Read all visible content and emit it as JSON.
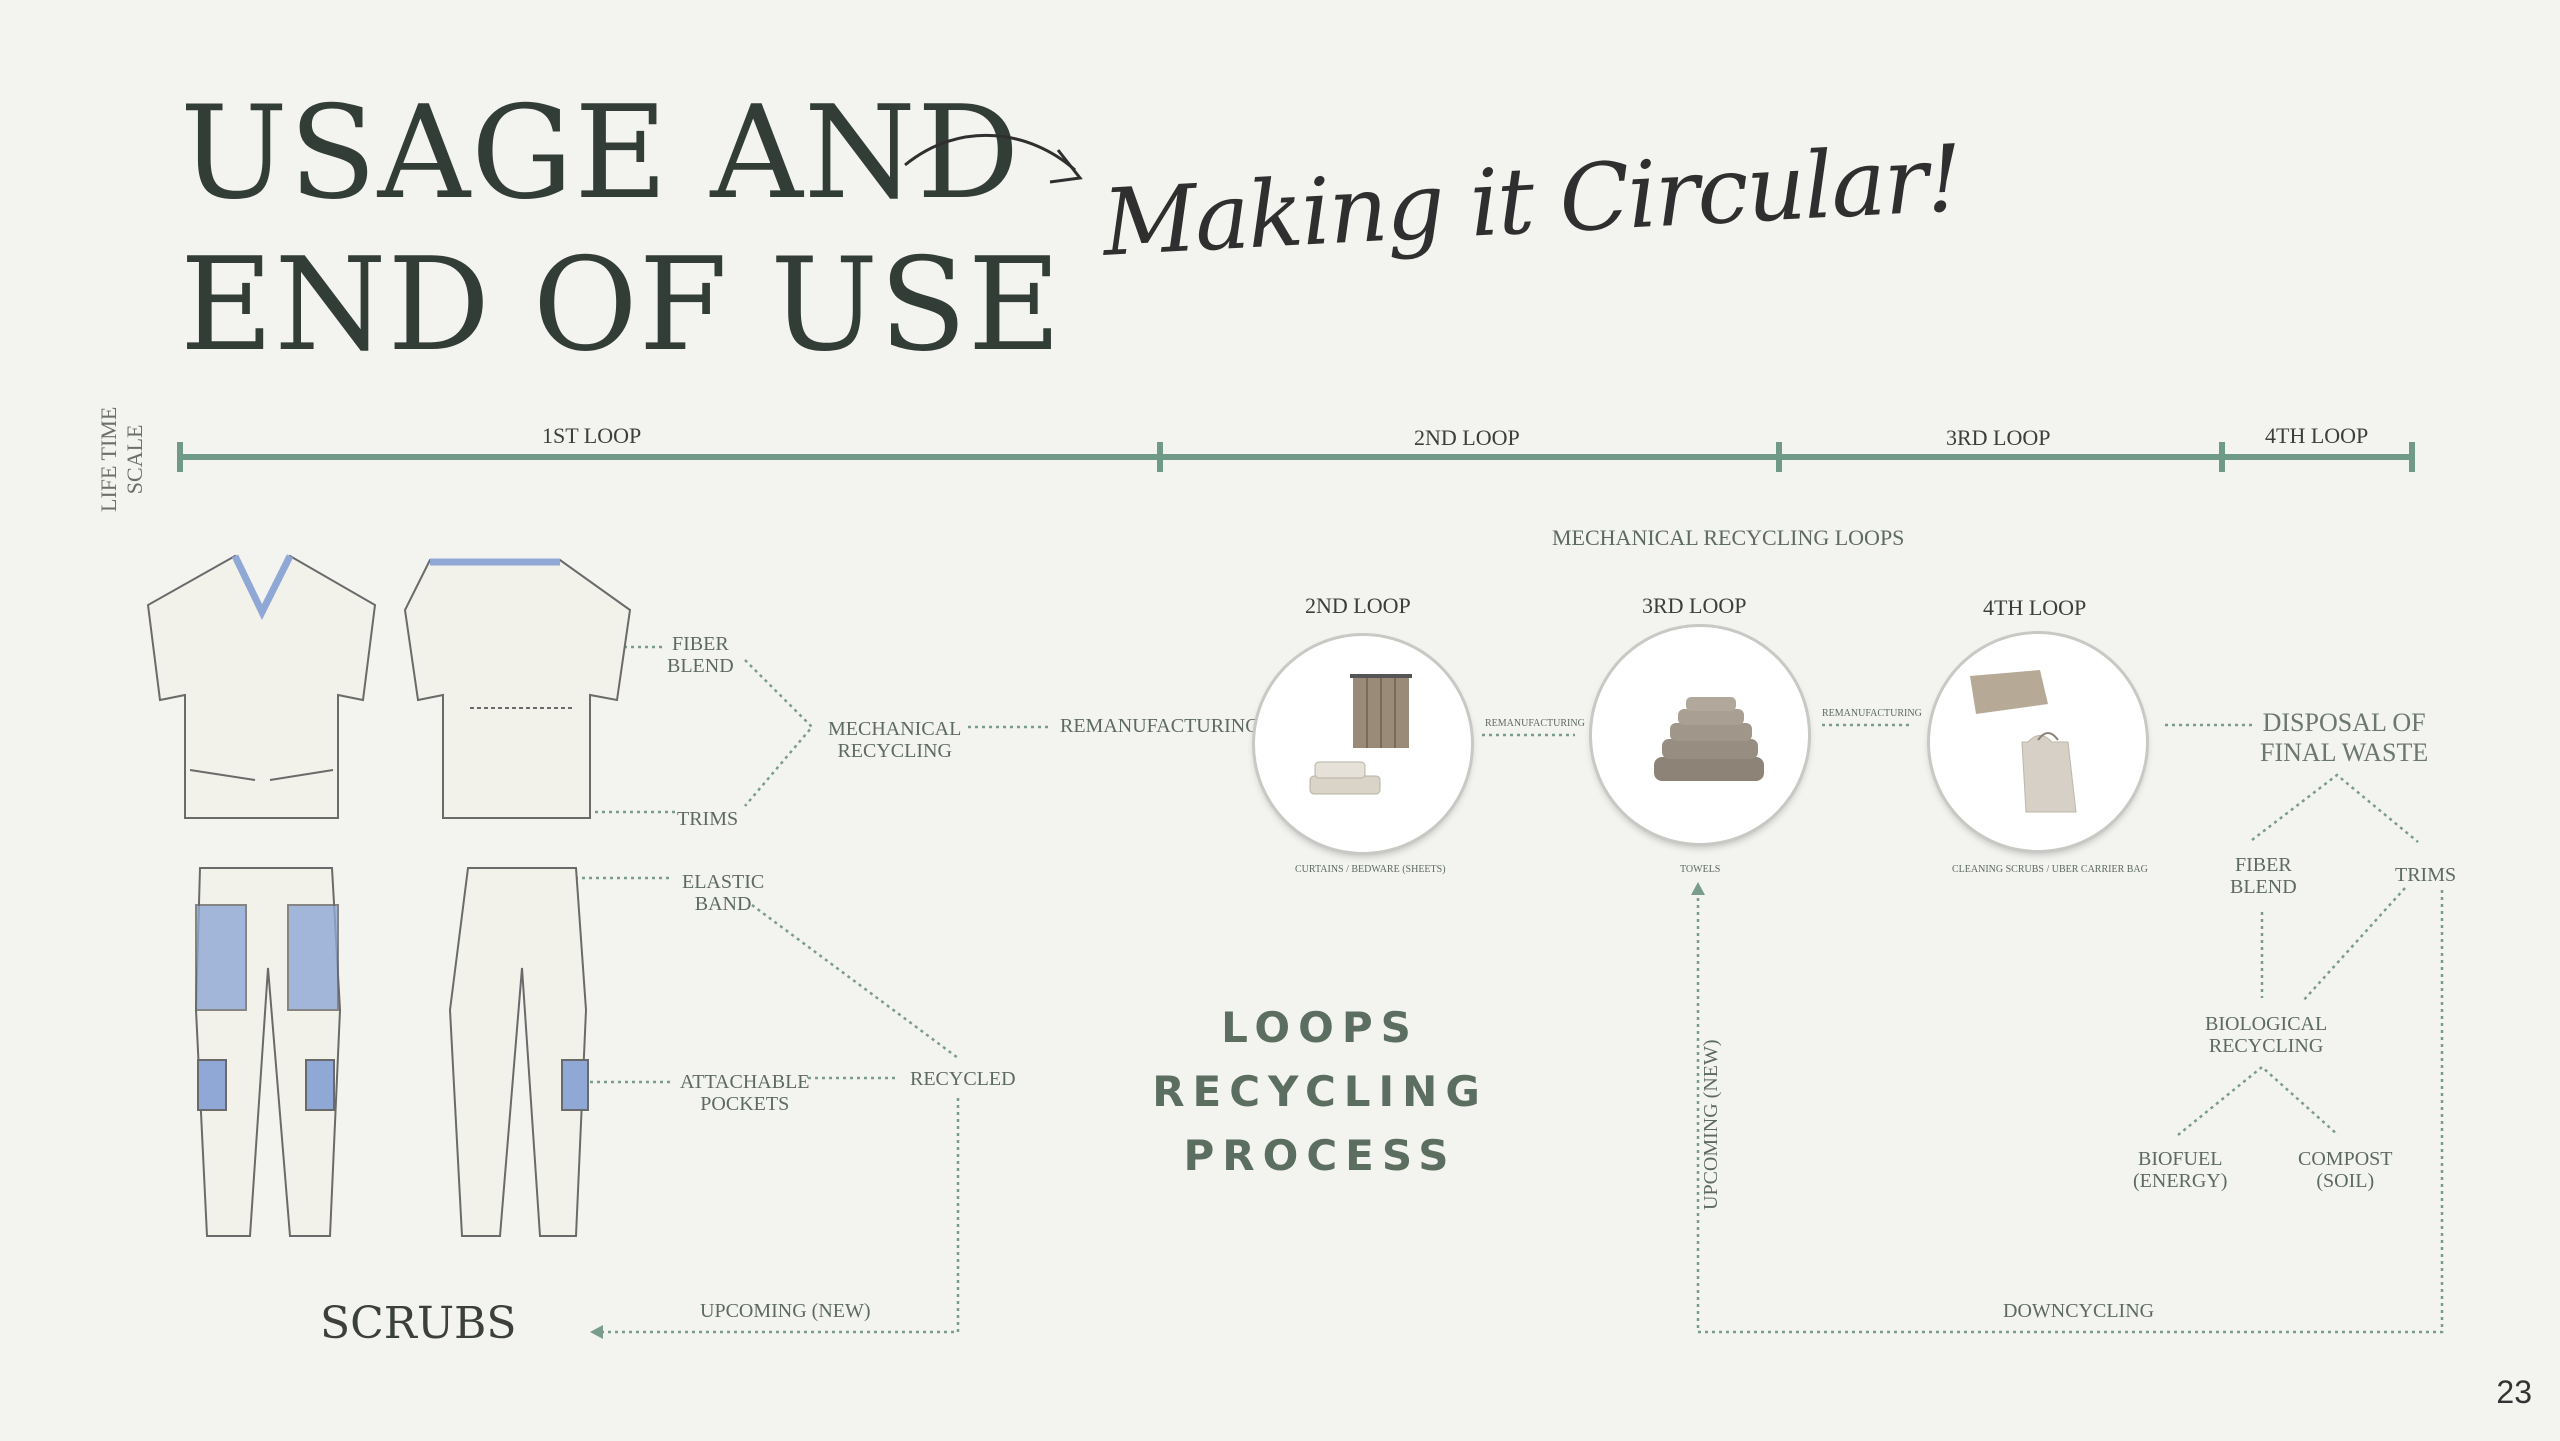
{
  "title": {
    "line1": "USAGE AND",
    "line2": "END OF USE",
    "script": "Making it Circular!"
  },
  "timeline": {
    "axis_label_1": "LIFE TIME",
    "axis_label_2": "SCALE",
    "loops": [
      "1ST LOOP",
      "2ND LOOP",
      "3RD LOOP",
      "4TH LOOP"
    ],
    "color": "#6f9a8a"
  },
  "left": {
    "labels": {
      "fiber_blend": [
        "FIBER",
        "BLEND"
      ],
      "trims": "TRIMS",
      "mechanical_recycling": [
        "MECHANICAL",
        "RECYCLING"
      ],
      "remanufacturing": "REMANUFACTURING",
      "elastic_band": [
        "ELASTIC",
        "BAND"
      ],
      "attachable_pockets": [
        "ATTACHABLE",
        "POCKETS"
      ],
      "recycled": "RECYCLED",
      "upcoming_new": "UPCOMING (NEW)"
    },
    "scrubs_label": "SCRUBS"
  },
  "mechanical": {
    "header": "MECHANICAL RECYCLING LOOPS",
    "loops": [
      {
        "label": "2ND LOOP",
        "caption": "CURTAINS / BEDWARE (SHEETS)"
      },
      {
        "label": "3RD LOOP",
        "caption": "TOWELS"
      },
      {
        "label": "4TH LOOP",
        "caption": "CLEANING SCRUBS / UBER CARRIER BAG"
      }
    ],
    "connector_1": "REMANUFACTURING",
    "connector_2": "REMANUFACTURING",
    "upcoming_new": "UPCOMING (NEW)",
    "downcycling": "DOWNCYCLING"
  },
  "disposal": {
    "title": [
      "DISPOSAL OF",
      "FINAL WASTE"
    ],
    "fiber_blend": [
      "FIBER",
      "BLEND"
    ],
    "trims": "TRIMS",
    "biological_recycling": [
      "BIOLOGICAL",
      "RECYCLING"
    ],
    "biofuel": [
      "BIOFUEL",
      "(ENERGY)"
    ],
    "compost": [
      "COMPOST",
      "(SOIL)"
    ]
  },
  "process": [
    "LOOPS",
    "RECYCLING",
    "PROCESS"
  ],
  "page_number": "23",
  "colors": {
    "accent": "#6f9a8a",
    "dotted": "#7a9c8c",
    "text": "#5d6a62",
    "pocket_blue": "#8fa8d6"
  }
}
